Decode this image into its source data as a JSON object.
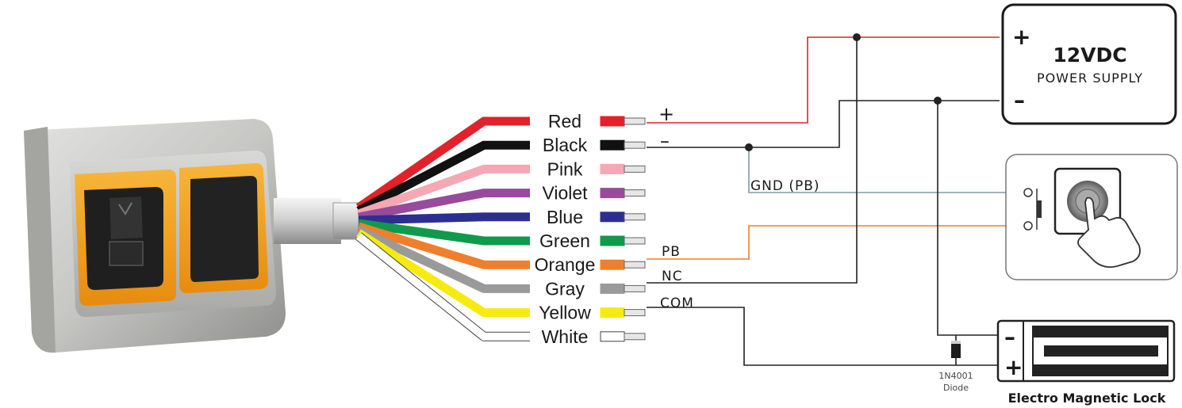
{
  "wires": [
    {
      "label": "Red",
      "color": "#e3212b"
    },
    {
      "label": "Black",
      "color": "#111111"
    },
    {
      "label": "Pink",
      "color": "#f3a8b4"
    },
    {
      "label": "Violet",
      "color": "#984a9c"
    },
    {
      "label": "Blue",
      "color": "#2c2f8f"
    },
    {
      "label": "Green",
      "color": "#109a4c"
    },
    {
      "label": "Orange",
      "color": "#ef7f2c"
    },
    {
      "label": "Gray",
      "color": "#9a9a9a"
    },
    {
      "label": "Yellow",
      "color": "#f7ea10"
    },
    {
      "label": "White",
      "color": "#ffffff"
    }
  ],
  "signals": {
    "plus": "+",
    "minus": "–",
    "gnd": "GND (PB)",
    "pb": "PB",
    "nc": "NC",
    "com": "COM"
  },
  "power_supply": {
    "title": "12VDC",
    "subtitle": "POWER SUPPLY",
    "plus": "+",
    "minus": "–"
  },
  "diode": {
    "part": "1N4001",
    "name": "Diode"
  },
  "lock": {
    "label": "Electro Magnetic Lock",
    "minus": "–",
    "plus": "+"
  },
  "colors": {
    "red_wire": "#d9262e",
    "orange_wire": "#ef7f2c",
    "gnd_wire": "#7f9aa0",
    "black_wire": "#222222",
    "reader_amber": "#f5a623",
    "reader_body": "#b9b9b7"
  }
}
